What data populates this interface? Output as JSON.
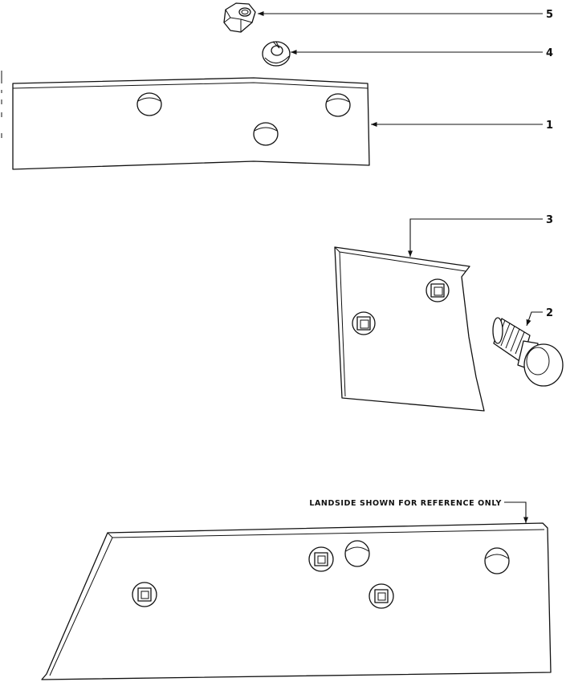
{
  "callouts": {
    "c1": "1",
    "c2": "2",
    "c3": "3",
    "c4": "4",
    "c5": "5"
  },
  "reference_note": "LANDSIDE SHOWN FOR REFERENCE ONLY"
}
